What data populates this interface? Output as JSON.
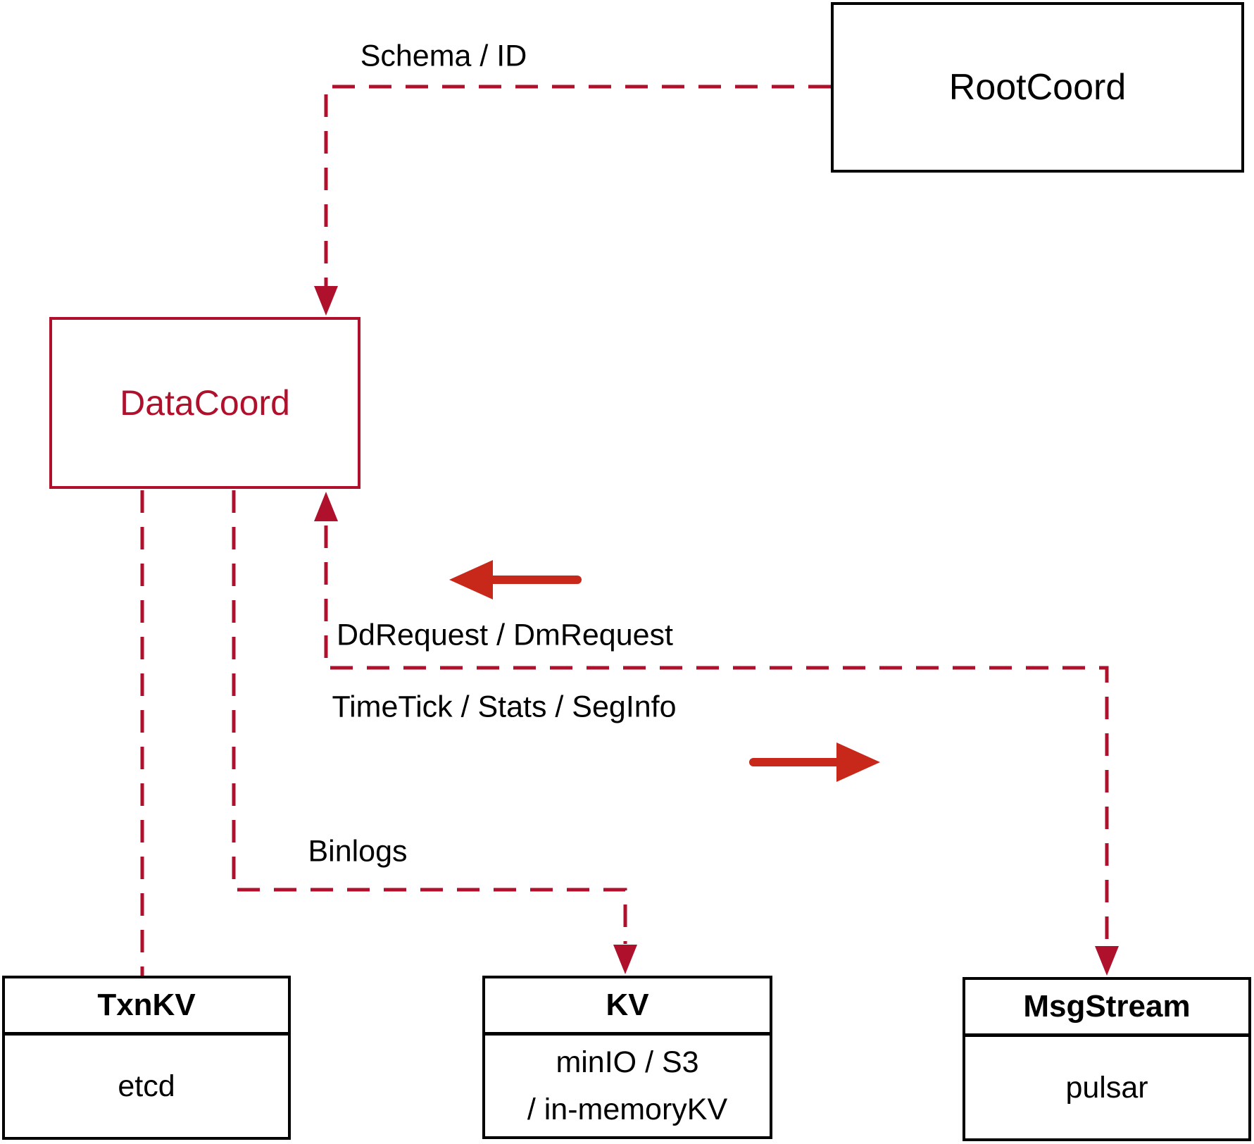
{
  "colors": {
    "dashed_line": "#af112c",
    "solid_arrow": "#c8281a",
    "box_border": "#000000"
  },
  "nodes": {
    "rootcoord": {
      "label": "RootCoord"
    },
    "datacoord": {
      "label": "DataCoord"
    },
    "txnkv": {
      "title": "TxnKV",
      "body": "etcd"
    },
    "kv": {
      "title": "KV",
      "body_line1": "minIO / S3",
      "body_line2": "/ in-memoryKV"
    },
    "msgstream": {
      "title": "MsgStream",
      "body": "pulsar"
    }
  },
  "edge_labels": {
    "schema_id": "Schema / ID",
    "dd_dm_request": "DdRequest / DmRequest",
    "timetick_stats_seginfo": "TimeTick / Stats / SegInfo",
    "binlogs": "Binlogs"
  },
  "edges": [
    {
      "from": "RootCoord",
      "to": "DataCoord",
      "label": "Schema / ID",
      "style": "dashed",
      "arrow": "into DataCoord top"
    },
    {
      "from": "DataCoord",
      "to": "TxnKV",
      "label": "",
      "style": "dashed",
      "arrow": "none"
    },
    {
      "from": "DataCoord",
      "to": "KV",
      "label": "Binlogs",
      "style": "dashed",
      "arrow": "into KV top"
    },
    {
      "from": "MsgStream",
      "to": "DataCoord",
      "label": "DdRequest / DmRequest (to DataCoord) / TimeTick / Stats / SegInfo (to MsgStream)",
      "style": "dashed",
      "arrow": "both ends"
    }
  ]
}
